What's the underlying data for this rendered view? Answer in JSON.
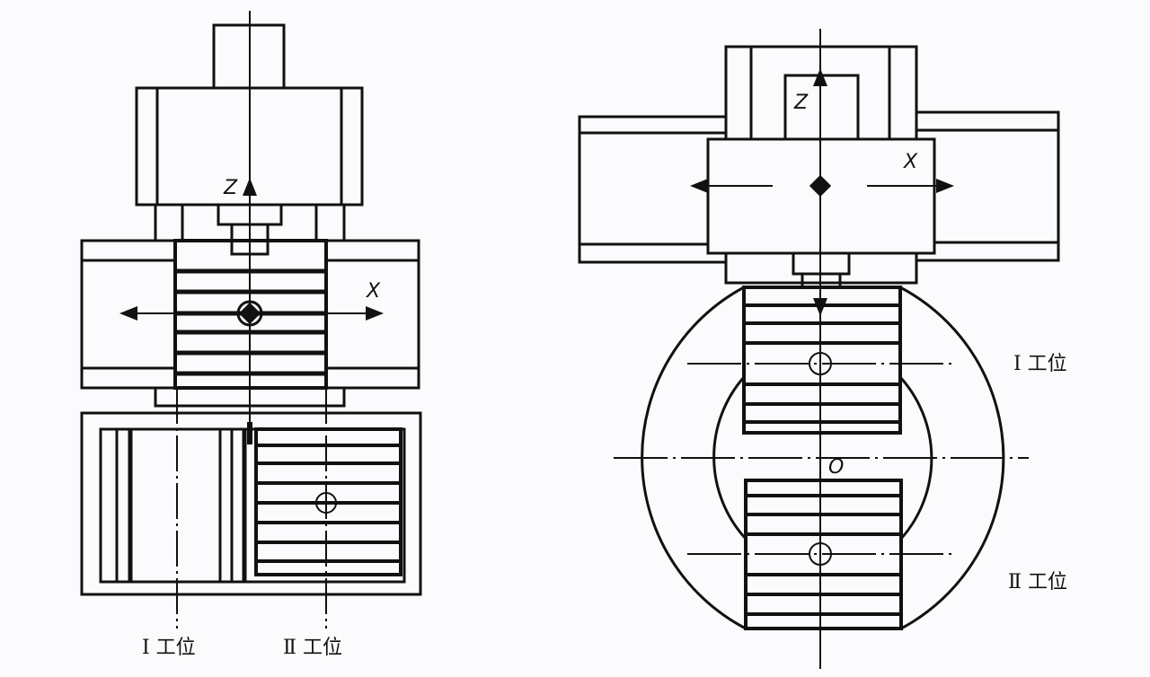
{
  "left_diagram": {
    "axis_z": "Z",
    "axis_x": "X",
    "station_1": "Ⅰ 工位",
    "station_2": "Ⅱ 工位"
  },
  "right_diagram": {
    "axis_z": "Z",
    "axis_x": "X",
    "origin": "O",
    "station_1": "Ⅰ 工位",
    "station_2": "Ⅱ 工位"
  },
  "colors": {
    "line": "#111111",
    "background": "#fbfbfd"
  }
}
